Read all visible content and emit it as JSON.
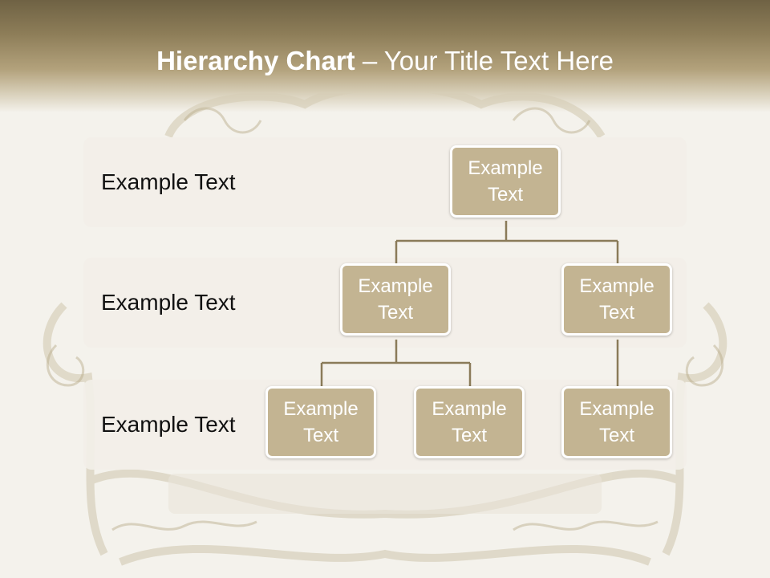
{
  "title": {
    "bold": "Hierarchy Chart",
    "rest": " – Your Title Text Here"
  },
  "rows": [
    {
      "label": "Example Text"
    },
    {
      "label": "Example Text"
    },
    {
      "label": "Example Text"
    }
  ],
  "nodes": {
    "root": "Example Text",
    "level2_left": "Example Text",
    "level2_right": "Example Text",
    "level3_a": "Example Text",
    "level3_b": "Example Text",
    "level3_c": "Example Text"
  },
  "colors": {
    "node_fill": "#c3b492",
    "connector": "#8a7b59",
    "band": "#f2efe8",
    "title_band": "#7a6c4b"
  }
}
